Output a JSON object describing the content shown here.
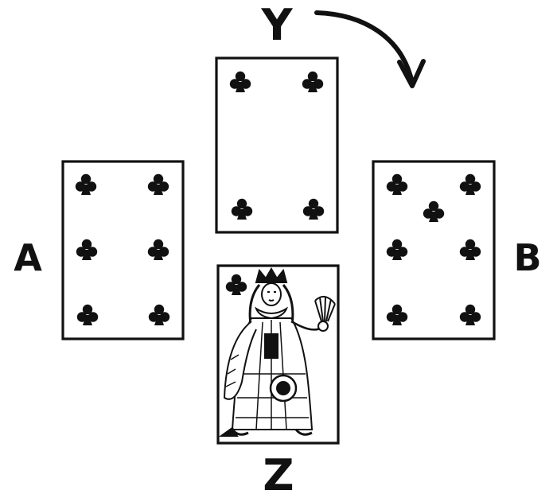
{
  "labels": {
    "north": "Y",
    "south": "Z",
    "west": "A",
    "east": "B"
  },
  "suit_glyph": "♣",
  "cards": [
    {
      "position": "north",
      "suit": "clubs",
      "rank": "4",
      "pips": 4
    },
    {
      "position": "west",
      "suit": "clubs",
      "rank": "6",
      "pips": 6
    },
    {
      "position": "east",
      "suit": "clubs",
      "rank": "7",
      "pips": 7
    },
    {
      "position": "south",
      "suit": "clubs",
      "rank": "Queen",
      "corner_pip": true
    }
  ],
  "arrow": {
    "direction": "clockwise",
    "from": "north",
    "toward": "east"
  },
  "colors": {
    "ink": "#111111",
    "paper": "#ffffff"
  }
}
